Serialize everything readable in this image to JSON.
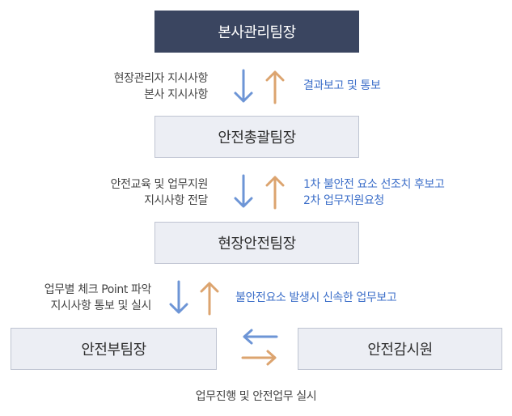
{
  "nodes": {
    "head_office": "본사관리팀장",
    "safety_general": "안전총괄팀장",
    "site_safety": "현장안전팀장",
    "safety_vice": "안전부팀장",
    "safety_inspector": "안전감시원"
  },
  "edges": {
    "level1": {
      "down_label": [
        "현장관리자 지시사항",
        "본사 지시사항"
      ],
      "up_label": [
        "결과보고 및 통보"
      ]
    },
    "level2": {
      "down_label": [
        "안전교육 및 업무지원",
        "지시사항 전달"
      ],
      "up_label": [
        "1차 불안전 요소 선조치 후보고",
        "2차 업무지원요청"
      ]
    },
    "level3": {
      "down_label": [
        "업무별 체크 Point 파악",
        "지시사항 통보 및 실시"
      ],
      "up_label": [
        "불안전요소 발생시 신속한 업무보고"
      ]
    },
    "horizontal": {
      "label": "업무진행 및 안전업무 실시"
    }
  },
  "colors": {
    "top_box": "#3a4560",
    "box_fill": "#eceef4",
    "down_arrow": "#6d95d6",
    "up_arrow": "#dca46f",
    "right_text": "#3d6fc9"
  }
}
